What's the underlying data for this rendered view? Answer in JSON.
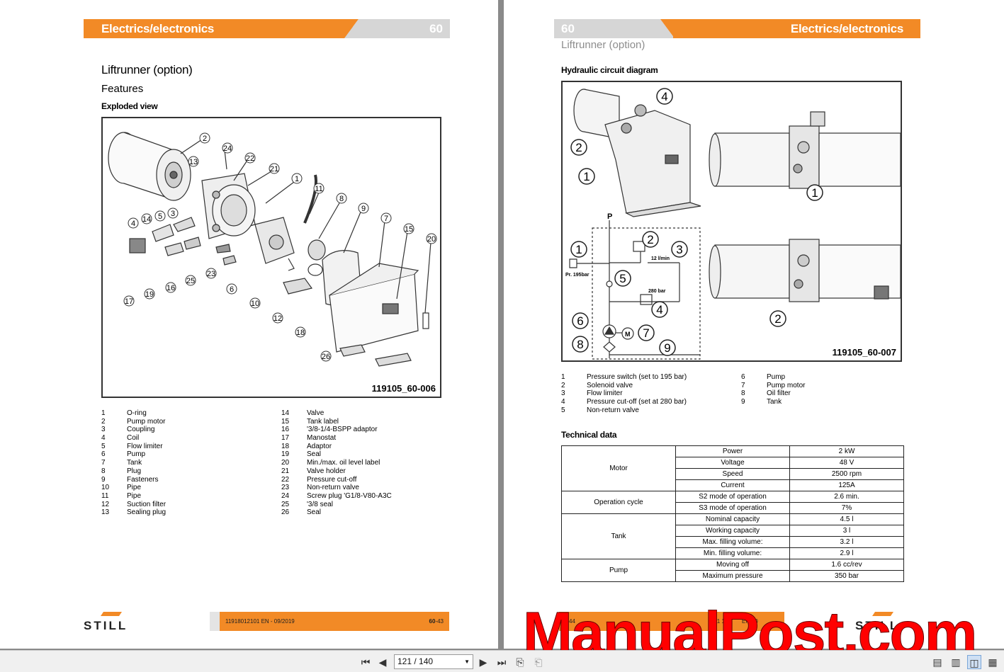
{
  "left_page": {
    "banner_title": "Electrics/electronics",
    "chapter": "60",
    "heading": "Liftrunner (option)",
    "subheading": "Features",
    "section": "Exploded view",
    "figure_id": "119105_60-006",
    "legend_col1": [
      {
        "n": "1",
        "t": "O-ring"
      },
      {
        "n": "2",
        "t": "Pump motor"
      },
      {
        "n": "3",
        "t": "Coupling"
      },
      {
        "n": "4",
        "t": "Coil"
      },
      {
        "n": "5",
        "t": "Flow limiter"
      },
      {
        "n": "6",
        "t": "Pump"
      },
      {
        "n": "7",
        "t": "Tank"
      },
      {
        "n": "8",
        "t": "Plug"
      },
      {
        "n": "9",
        "t": "Fasteners"
      },
      {
        "n": "10",
        "t": "Pipe"
      },
      {
        "n": "11",
        "t": "Pipe"
      },
      {
        "n": "12",
        "t": "Suction filter"
      },
      {
        "n": "13",
        "t": "Sealing plug"
      }
    ],
    "legend_col2": [
      {
        "n": "14",
        "t": "Valve"
      },
      {
        "n": "15",
        "t": "Tank label"
      },
      {
        "n": "16",
        "t": "'3/8-1/4-BSPP adaptor"
      },
      {
        "n": "17",
        "t": "Manostat"
      },
      {
        "n": "18",
        "t": "Adaptor"
      },
      {
        "n": "19",
        "t": "Seal"
      },
      {
        "n": "20",
        "t": "Min./max. oil level label"
      },
      {
        "n": "21",
        "t": "Valve holder"
      },
      {
        "n": "22",
        "t": "Pressure cut-off"
      },
      {
        "n": "23",
        "t": "Non-return valve"
      },
      {
        "n": "24",
        "t": "Screw plug 'G1/8-V80-A3C"
      },
      {
        "n": "25",
        "t": "'3/8 seal"
      },
      {
        "n": "26",
        "t": "Seal"
      }
    ],
    "callouts": [
      "1",
      "2",
      "3",
      "4",
      "5",
      "6",
      "7",
      "8",
      "9",
      "10",
      "11",
      "12",
      "13",
      "14",
      "15",
      "16",
      "17",
      "18",
      "19",
      "20",
      "21",
      "22",
      "23",
      "24",
      "25",
      "26"
    ],
    "footer_doc": "11918012101 EN - 09/2019",
    "footer_page": "60",
    "footer_page_suffix": "-43",
    "logo": "STILL"
  },
  "right_page": {
    "chapter": "60",
    "banner_title": "Electrics/electronics",
    "subtitle": "Liftrunner (option)",
    "section": "Hydraulic circuit diagram",
    "figure_id": "119105_60-007",
    "diagram_labels": {
      "p": "P",
      "flow": "12 l/min",
      "cutoff": "280 bar",
      "switch": "Pr. 195bar",
      "motor": "M"
    },
    "callouts": [
      "1",
      "2",
      "3",
      "4",
      "5",
      "6",
      "7",
      "8",
      "9"
    ],
    "legend_col1": [
      {
        "n": "1",
        "t": "Pressure switch (set to 195 bar)"
      },
      {
        "n": "2",
        "t": "Solenoid valve"
      },
      {
        "n": "3",
        "t": "Flow limiter"
      },
      {
        "n": "4",
        "t": "Pressure cut-off (set at 280 bar)"
      },
      {
        "n": "5",
        "t": "Non-return valve"
      }
    ],
    "legend_col2": [
      {
        "n": "6",
        "t": "Pump"
      },
      {
        "n": "7",
        "t": "Pump motor"
      },
      {
        "n": "8",
        "t": "Oil filter"
      },
      {
        "n": "9",
        "t": "Tank"
      }
    ],
    "tech_title": "Technical data",
    "tech_groups": [
      {
        "group": "Motor",
        "rows": [
          [
            "Power",
            "2 kW"
          ],
          [
            "Voltage",
            "48 V"
          ],
          [
            "Speed",
            "2500 rpm"
          ],
          [
            "Current",
            "125A"
          ]
        ]
      },
      {
        "group": "Operation cycle",
        "rows": [
          [
            "S2 mode of operation",
            "2.6 min."
          ],
          [
            "S3 mode of operation",
            "7%"
          ]
        ]
      },
      {
        "group": "Tank",
        "rows": [
          [
            "Nominal capacity",
            "4.5 l"
          ],
          [
            "Working capacity",
            "3 l"
          ],
          [
            "Max.  filling volume:",
            "3.2 l"
          ],
          [
            "Min.  filling volume:",
            "2.9 l"
          ]
        ]
      },
      {
        "group": "Pump",
        "rows": [
          [
            "Moving off",
            "1.6 cc/rev"
          ],
          [
            "Maximum pressure",
            "350 bar"
          ]
        ]
      }
    ],
    "footer_page": "44",
    "footer_doc_partial": "1191  12",
    "footer_doc_partial2": "EN - 0"
  },
  "toolbar": {
    "page_indicator": "121 / 140"
  },
  "watermark": "ManualPost.com",
  "colors": {
    "accent": "#f28a26",
    "grey_banner": "#d6d6d6",
    "watermark": "#ff0000"
  }
}
